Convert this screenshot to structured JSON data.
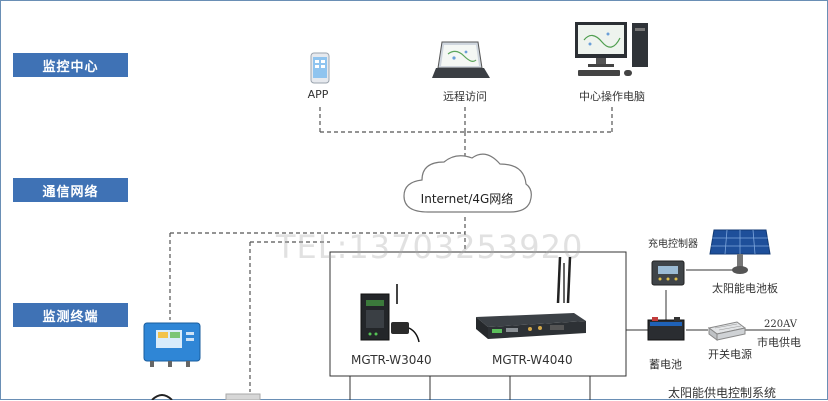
{
  "tiers": {
    "monitoring_center": "监控中心",
    "comm_network": "通信网络",
    "monitoring_terminal": "监测终端"
  },
  "center": {
    "app": "APP",
    "remote_access": "远程访问",
    "center_pc": "中心操作电脑"
  },
  "network": {
    "cloud_label": "Internet/4G网络"
  },
  "terminal": {
    "device_a": "MGTR-W3040",
    "device_b": "MGTR-W4040"
  },
  "solar": {
    "charge_controller": "充电控制器",
    "solar_panel": "太阳能电池板",
    "battery": "蓄电池",
    "switch_psu": "开关电源",
    "mains_voltage": "220AV",
    "mains_label": "市电供电",
    "system_label": "太阳能供电控制系统"
  },
  "watermark": "TEL:13703253920"
}
